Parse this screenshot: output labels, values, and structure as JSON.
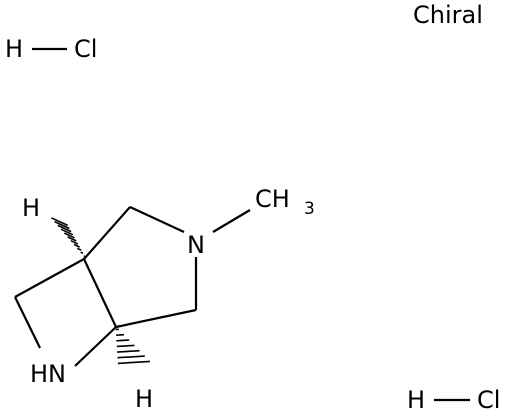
{
  "molecule": {
    "chiral_flag": "Chiral",
    "salt": [
      {
        "h": "H",
        "cl": "Cl"
      },
      {
        "h": "H",
        "cl": "Cl"
      }
    ],
    "atoms": {
      "h_top": "H",
      "h_bottom": "H",
      "n_ring": "N",
      "n_h": "N",
      "nh_h": "H",
      "methyl_c": "CH",
      "methyl_sub": "3"
    }
  }
}
